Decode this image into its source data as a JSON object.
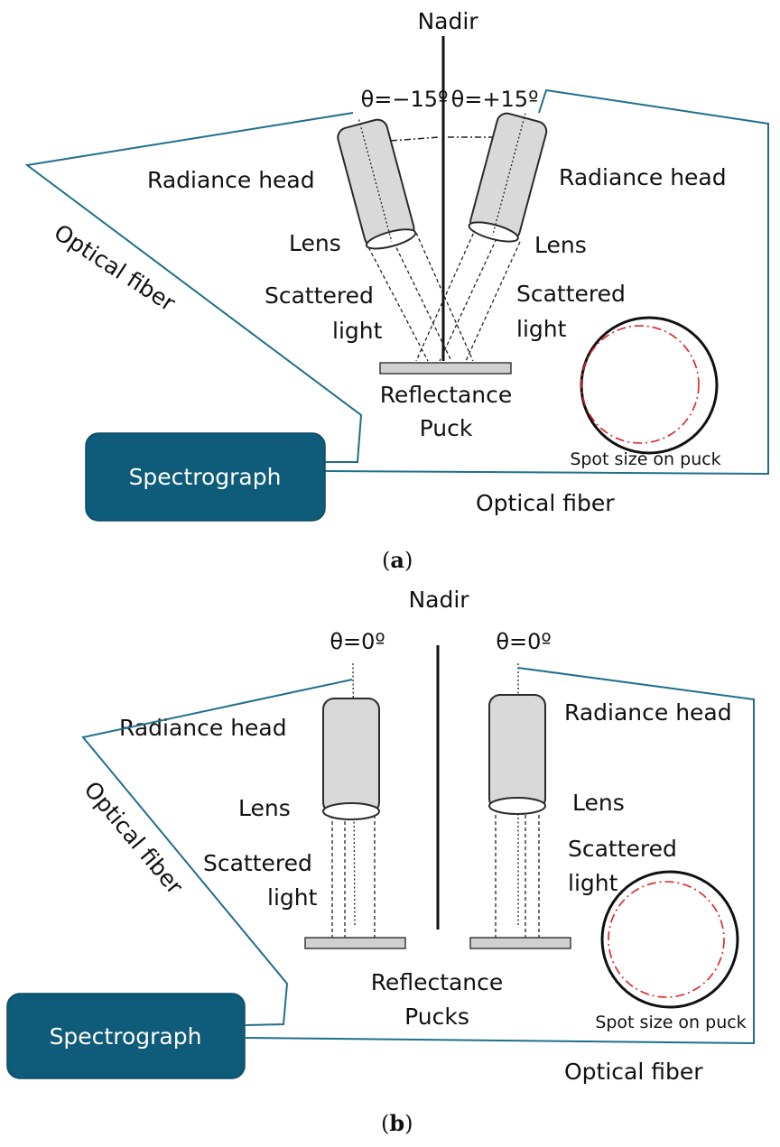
{
  "panel_a": {
    "nadir": "Nadir",
    "theta_left": "θ=−15º",
    "theta_right": "θ=+15º",
    "radiance_head_left": "Radiance head",
    "radiance_head_right": "Radiance head",
    "lens_left": "Lens",
    "lens_right": "Lens",
    "scattered_left_1": "Scattered",
    "scattered_left_2": "light",
    "scattered_right_1": "Scattered",
    "scattered_right_2": "light",
    "puck_1": "Reflectance",
    "puck_2": "Puck",
    "optical_fiber_left": "Optical fiber",
    "optical_fiber_bottom": "Optical fiber",
    "spectrograph": "Spectrograph",
    "spot_caption": "Spot size on puck",
    "caption_open": "(",
    "caption_letter": "a",
    "caption_close": ")"
  },
  "panel_b": {
    "nadir": "Nadir",
    "theta_left": "θ=0º",
    "theta_right": "θ=0º",
    "radiance_head_left": "Radiance head",
    "radiance_head_right": "Radiance head",
    "lens_left": "Lens",
    "lens_right": "Lens",
    "scattered_left_1": "Scattered",
    "scattered_left_2": "light",
    "scattered_right_1": "Scattered",
    "scattered_right_2": "light",
    "puck_1": "Reflectance",
    "puck_2": "Pucks",
    "optical_fiber_left": "Optical fiber",
    "optical_fiber_bottom": "Optical fiber",
    "spectrograph": "Spectrograph",
    "spot_caption": "Spot size on puck",
    "caption_open": "(",
    "caption_letter": "b",
    "caption_close": ")"
  },
  "colors": {
    "fiber": "#1f6f8b",
    "spectrograph_box": "#0e5b7a",
    "spot_ring": "#e02020"
  }
}
